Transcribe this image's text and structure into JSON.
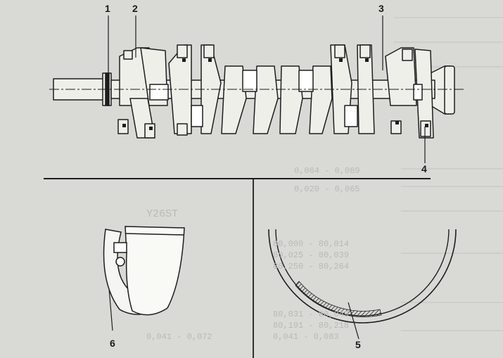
{
  "callouts": {
    "c1": "1",
    "c2": "2",
    "c3": "3",
    "c4": "4",
    "c5": "5",
    "c6": "6"
  },
  "ghost_text": {
    "g1": "0,064 - 0,089",
    "g2": "0,020 - 0,065",
    "g3": "Y26ST",
    "g4": "80,000 - 80,014",
    "g5": "80,025 - 80,039",
    "g6": "80,250 - 80,264",
    "g7": "80,031 - 80,049",
    "g8": "80,191 - 80,218",
    "g9": "0,041 - 0,083",
    "g10": "0,041 - 0,072"
  },
  "colors": {
    "background": "#d9d9d6",
    "line": "#1e1e1e",
    "part_fill": "#efefea",
    "hatch": "#2a2a2a"
  }
}
